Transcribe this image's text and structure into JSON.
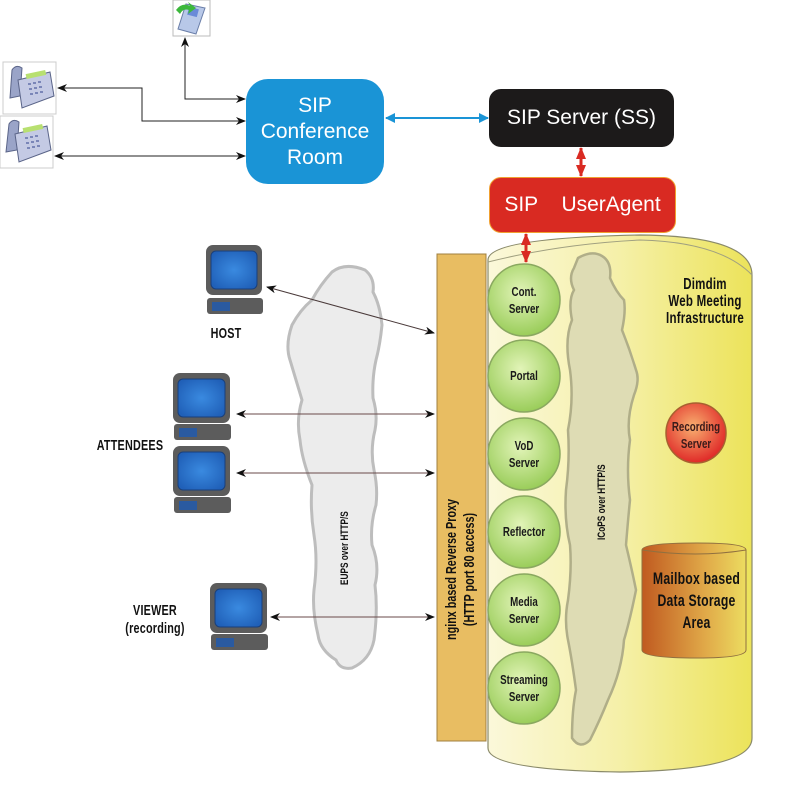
{
  "sip": {
    "conference_room": "SIP Conference Room",
    "conference_room_lines": [
      "SIP",
      "Conference",
      "Room"
    ],
    "server": "SIP Server (SS)",
    "user_agent": "SIP  UserAgent"
  },
  "endpoints": {
    "phones": [
      "mobile-phone-icon",
      "desk-phone-icon",
      "desk-phone-icon"
    ]
  },
  "clients": {
    "host": "HOST",
    "attendees": "ATTENDEES",
    "viewer_line1": "VIEWER",
    "viewer_line2": "(recording)"
  },
  "network": {
    "eups_cloud": "EUPS over HTTP/S",
    "icops_cloud": "ICoPS over HTTP/S"
  },
  "proxy": {
    "line1": "nginx based Reverse Proxy",
    "line2": "(HTTP port 80 access)"
  },
  "infrastructure": {
    "title_lines": [
      "Dimdim",
      "Web Meeting",
      "Infrastructure"
    ],
    "servers": [
      {
        "line1": "Cont.",
        "line2": "Server"
      },
      {
        "line1": "Portal",
        "line2": ""
      },
      {
        "line1": "VoD",
        "line2": "Server"
      },
      {
        "line1": "Reflector",
        "line2": ""
      },
      {
        "line1": "Media",
        "line2": "Server"
      },
      {
        "line1": "Streaming",
        "line2": "Server"
      }
    ],
    "recording_server": {
      "line1": "Recording",
      "line2": "Server"
    },
    "storage_lines": [
      "Mailbox based",
      "Data Storage",
      "Area"
    ]
  },
  "colors": {
    "conference_blue": "#1a94d6",
    "server_black": "#1c1a1a",
    "useragent_red": "#d92a22",
    "cylinder_yellow": "#eee878",
    "proxy_orange": "#e8bd62",
    "server_green": "#a8d468",
    "recording_red": "#e84838",
    "storage_brown": "#c8702a"
  }
}
